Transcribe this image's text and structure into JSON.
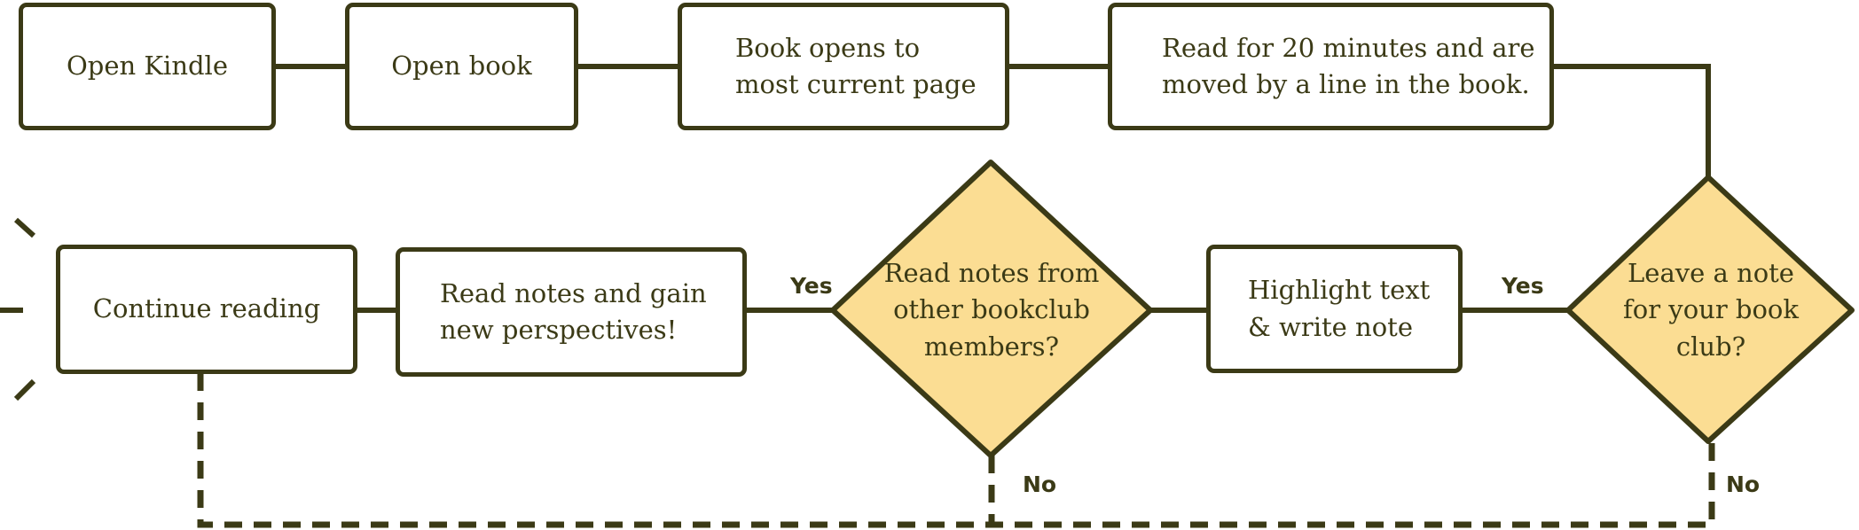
{
  "colors": {
    "stroke": "#3b3a16",
    "decision_fill": "#fbdd93",
    "process_fill": "#ffffff",
    "text": "#3b3a16"
  },
  "nodes": {
    "open_kindle": "Open Kindle",
    "open_book": "Open book",
    "book_opens": "Book opens to\nmost current page",
    "read_20": "Read for 20 minutes and are\nmoved by a line in the book.",
    "leave_note": "Leave a note\nfor your book\nclub?",
    "highlight": "Highlight text\n& write note",
    "read_notes_q": "Read notes from\nother bookclub\nmembers?",
    "read_notes_gain": "Read notes and gain\nnew perspectives!",
    "continue_reading": "Continue reading"
  },
  "edge_labels": {
    "leave_note_yes": "Yes",
    "read_notes_yes": "Yes",
    "read_notes_no": "No",
    "leave_note_no": "No"
  }
}
